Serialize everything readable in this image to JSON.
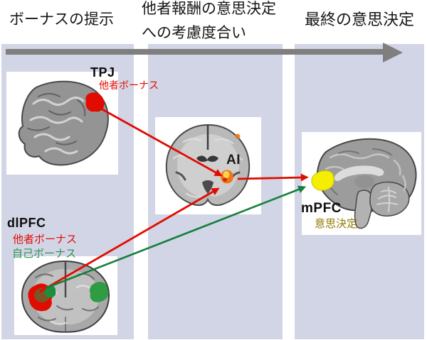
{
  "figure_type": "neuroscience-pathway-diagram",
  "timeline": {
    "stage1": "ボーナスの提示",
    "stage2_line1": "他者報酬の意思決定",
    "stage2_line2": "への考慮度合い",
    "stage3": "最終の意思決定"
  },
  "regions": {
    "tpj": {
      "label": "TPJ",
      "tag": "他者ボーナス"
    },
    "ai": {
      "label": "AI"
    },
    "dlpfc": {
      "label": "dlPFC",
      "tag_other": "他者ボーナス",
      "tag_self": "自己ボーナス"
    },
    "mpfc": {
      "label": "mPFC",
      "tag": "意思決定"
    }
  },
  "connections": [
    {
      "from": "TPJ 他者ボーナス",
      "to": "AI",
      "color": "red"
    },
    {
      "from": "dlPFC 他者ボーナス",
      "to": "AI",
      "color": "red"
    },
    {
      "from": "AI",
      "to": "mPFC",
      "color": "red"
    },
    {
      "from": "dlPFC 自己ボーナス",
      "to": "mPFC",
      "color": "green"
    }
  ],
  "colors": {
    "column_bg": "#d2d5e6",
    "timeline_gray": "#7f7f7f",
    "other_bonus_red": "#e10b00",
    "self_bonus_green": "#157f3c",
    "self_bonus_green_text": "#2e9150",
    "decision_gold": "#8f7a00",
    "mpfc_yellow": "#f4ee00",
    "ai_orange": "#f07518",
    "ai_core_yellow": "#ffd34d",
    "overlap_brown": "#7d5426",
    "dlpfc_green_left": "#1c8f3e",
    "dlpfc_green_right": "#2f9b43"
  }
}
